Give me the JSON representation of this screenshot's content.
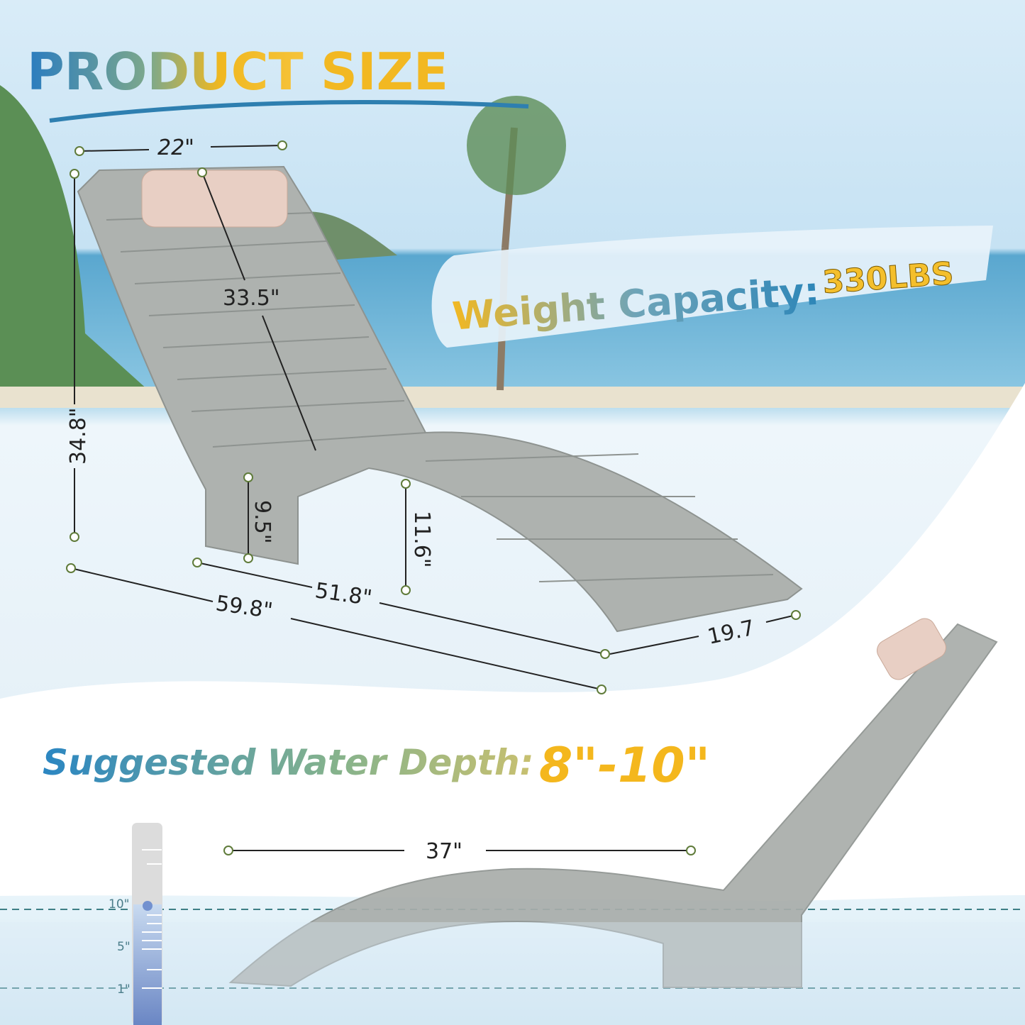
{
  "title": {
    "part1": "PRODUCT",
    "part2": "SIZE"
  },
  "weight_capacity": {
    "label": "Weight Capacity:",
    "value": "330LBS"
  },
  "dimensions": {
    "width": "22\"",
    "backrest": "33.5\"",
    "height": "34.8\"",
    "front_leg": "9.5\"",
    "rear_leg": "11.6\"",
    "seat_length": "51.8\"",
    "total_length": "59.8\"",
    "depth": "19.7",
    "water_span": "37\""
  },
  "water_depth": {
    "label_a": "Suggested",
    "label_b": "Water Depth:",
    "value": "8\"-10\""
  },
  "gauge": {
    "ticks": [
      "10\"",
      "5\"",
      "1\""
    ]
  },
  "colors": {
    "blue": "#2e7fb0",
    "gold": "#f2b822",
    "chair": "#a9adaa",
    "water": "#d7ebf5"
  }
}
